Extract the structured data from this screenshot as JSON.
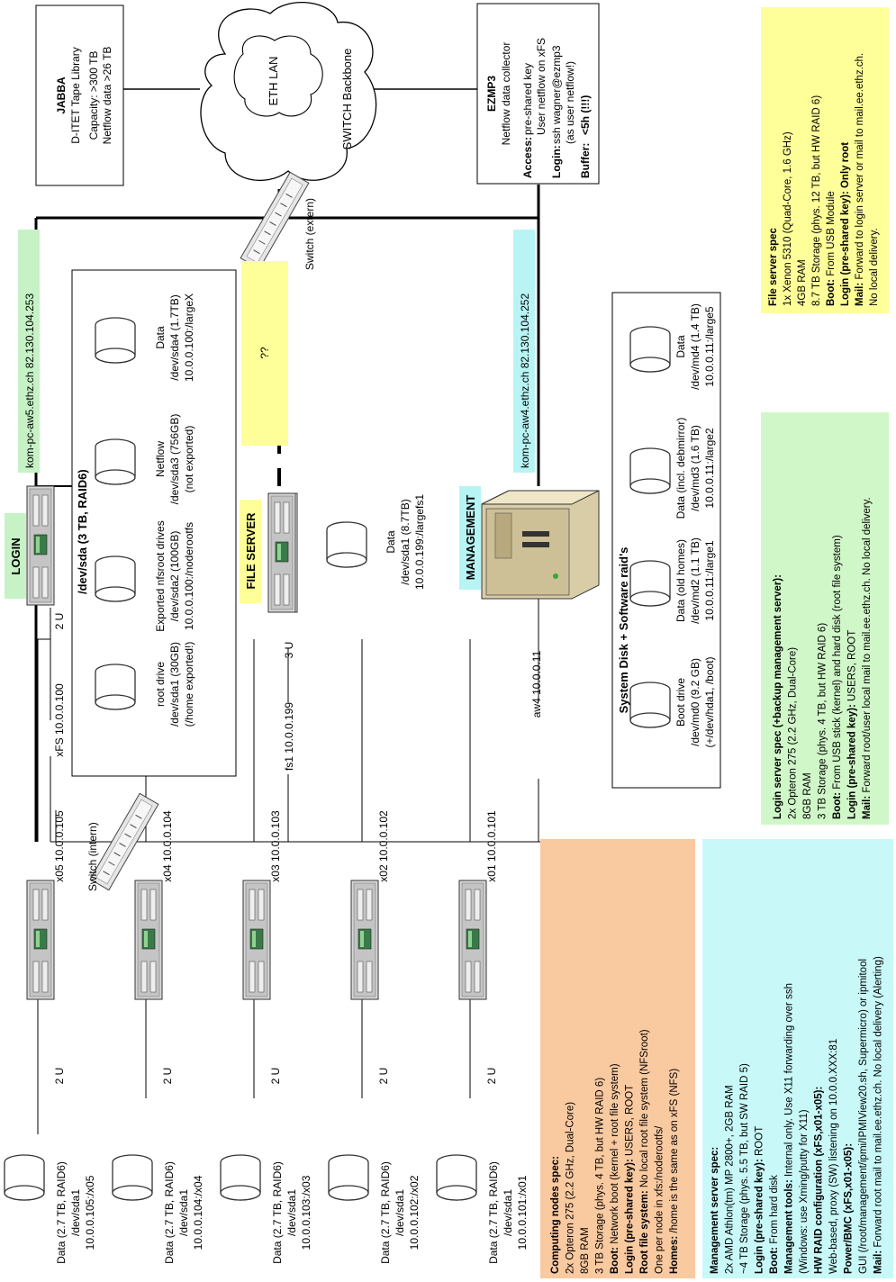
{
  "labels": {
    "login": "LOGIN",
    "file_server": "FILE SERVER",
    "management": "MANAGEMENT",
    "unknown": "??"
  },
  "network": {
    "eth_lan": "ETH LAN",
    "switch_backbone": "SWITCH Backbone",
    "switch_extern": "Switch (extern)",
    "switch_intern": "Switch (intern)",
    "login_hostname": "kom-pc-aw5.ethz.ch  82.130.104.253",
    "mgmt_hostname": "kom-pc-aw4.ethz.ch  82.130.104.252"
  },
  "jabba": {
    "title": "JABBA",
    "subtitle": "D-ITET Tape Library",
    "capacity": "Capacity: >300 TB",
    "netflow": "Netflow data >26 TB"
  },
  "ezmp3": {
    "title": "EZMP3",
    "subtitle": "Netflow data collector",
    "access_label": "Access:",
    "access_value_1": "pre-shared key",
    "access_value_2": "User netflow on xFS",
    "login_label": "Login:",
    "login_value_1": "ssh wagner@ezmp3",
    "login_value_2": "(as user netflow!)",
    "buffer_label": "Buffer:",
    "buffer_value": "<5h  (!!!)"
  },
  "login_server": {
    "ip": "xFS 10.0.0.100",
    "units": "2 U",
    "drives_title": "/dev/sda (3 TB, RAID6)",
    "drives": [
      {
        "lines": [
          "root drive",
          "/dev/sda1 (30GB)",
          "(/home exported!)"
        ]
      },
      {
        "lines": [
          "Exported nfsroot drives",
          "/dev/sda2 (100GB)",
          "10.0.0.100:/noderootfs"
        ]
      },
      {
        "lines": [
          "Netflow",
          "/dev/sda3 (756GB)",
          "(not exported)"
        ]
      },
      {
        "lines": [
          "Data",
          "/dev/sda4 (1.7TB)",
          "10.0.0.100:/largeX"
        ]
      }
    ]
  },
  "file_server": {
    "ip": "fs1 10.0.0.199",
    "units": "3 U",
    "data_lines": [
      "Data",
      "/dev/sda1 (8.7TB)",
      "10.0.0.199:/largefs1"
    ]
  },
  "management_server": {
    "ip": "aw4 10.0.0.11",
    "disks_title": "System Disk + Software raid's",
    "disks": [
      {
        "lines": [
          "Boot drive",
          "/dev/md0 (9.2 GB)",
          "(+/dev/hda1, /boot)"
        ]
      },
      {
        "lines": [
          "Data (old homes)",
          "/dev/md2 (1.1 TB)",
          "10.0.0.11:/large1"
        ]
      },
      {
        "lines": [
          "Data (incl. debmirror)",
          "/dev/md3 (1.6 TB)",
          "10.0.0.11:/large2"
        ]
      },
      {
        "lines": [
          "Data",
          "/dev/md4 (1.4 TB)",
          "10.0.0.11:/large5"
        ]
      }
    ]
  },
  "nodes": [
    {
      "name": "x05 10.0.0.105",
      "units": "2 U",
      "data": [
        "Data (2.7 TB, RAID6)",
        "/dev/sda1",
        "10.0.0.105:/x05"
      ]
    },
    {
      "name": "x04 10.0.0.104",
      "units": "2 U",
      "data": [
        "Data (2.7 TB, RAID6)",
        "/dev/sda1",
        "10.0.0.104:/x04"
      ]
    },
    {
      "name": "x03 10.0.0.103",
      "units": "2 U",
      "data": [
        "Data (2.7 TB, RAID6)",
        "/dev/sda1",
        "10.0.0.103:/x03"
      ]
    },
    {
      "name": "x02 10.0.0.102",
      "units": "2 U",
      "data": [
        "Data (2.7 TB, RAID6)",
        "/dev/sda1",
        "10.0.0.102:/x02"
      ]
    },
    {
      "name": "x01 10.0.0.101",
      "units": "2 U",
      "data": [
        "Data (2.7 TB, RAID6)",
        "/dev/sda1",
        "10.0.0.101:/x01"
      ]
    }
  ],
  "specs": {
    "computing": [
      {
        "b": "Computing nodes spec:",
        "t": ""
      },
      {
        "b": "",
        "t": "2x Opteron 275 (2.2 GHz, Dual-Core)"
      },
      {
        "b": "",
        "t": "8GB RAM"
      },
      {
        "b": "",
        "t": "3 TB Storage (phys. 4 TB, but HW RAID 6)"
      },
      {
        "b": "Boot:",
        "t": " Network boot (kernel + root file system)"
      },
      {
        "b": "Login (pre-shared key):",
        "t": " USERS, ROOT"
      },
      {
        "b": "Root file system:",
        "t": " No local root file system (NFSroot)"
      },
      {
        "b": "",
        "t": "            One per node in xfs:/noderootfs/"
      },
      {
        "b": "Homes:",
        "t": " /home is the same as on xFS (NFS)"
      }
    ],
    "management": [
      {
        "b": "Management server spec:",
        "t": ""
      },
      {
        "b": "",
        "t": "2x AMD Athlon(tm) MP 2800+,  2GB RAM"
      },
      {
        "b": "",
        "t": "~4 TB Storage (phys. 5.5 TB, but SW RAID 5)"
      },
      {
        "b": "Login (pre-shared key):",
        "t": " ROOT"
      },
      {
        "b": "Boot:",
        "t": " From hard disk"
      },
      {
        "b": "Management tools:",
        "t": "  Internal only. Use X11 forwarding over ssh"
      },
      {
        "b": "",
        "t": "                         (Windows: use Xming/putty for X11)"
      },
      {
        "b": "HW RAID configuration (xFS,x01-x05):",
        "t": ""
      },
      {
        "b": "",
        "t": "     Web-based, proxy (SW) listening on 10.0.0.XXX:81"
      },
      {
        "b": "Power/BMC (xFS,x01-x05):",
        "t": ""
      },
      {
        "b": "",
        "t": "     GUI (/root/management/ipmi/IPMIView20.sh, Supermicro) or ipmitool"
      },
      {
        "b": "Mail:",
        "t": " Forward root mail to mail.ee.ethz.ch. No local delivery (Alerting)"
      }
    ],
    "login": [
      {
        "b": "Login server spec (+backup management server):",
        "t": ""
      },
      {
        "b": "",
        "t": "2x Opteron 275 (2.2 GHz, Dual-Core)"
      },
      {
        "b": "",
        "t": "8GB RAM"
      },
      {
        "b": "",
        "t": "3 TB Storage (phys. 4 TB, but HW RAID 6)"
      },
      {
        "b": "Boot:",
        "t": " From USB stick (kernel) and hard disk (root file system)"
      },
      {
        "b": "Login (pre-shared key):",
        "t": " USERS, ROOT"
      },
      {
        "b": "Mail:",
        "t": " Forward root/user local mail to mail.ee.ethz.ch. No local delivery."
      }
    ],
    "fileserver": [
      {
        "b": "File server spec",
        "t": ""
      },
      {
        "b": "",
        "t": "1x Xenon 5310 (Quad-Core, 1.6 GHz)"
      },
      {
        "b": "",
        "t": "4GB RAM"
      },
      {
        "b": "",
        "t": "8.7 TB Storage (phys. 12 TB, but HW RAID 6)"
      },
      {
        "b": "Boot:",
        "t": " From USB Module"
      },
      {
        "b": "Login (pre-shared key): Only root",
        "t": ""
      },
      {
        "b": "Mail:",
        "t": " Forward to login server or mail to mail.ee.ethz.ch."
      },
      {
        "b": "",
        "t": "          No local delivery."
      }
    ]
  },
  "colors": {
    "green_label": "#c6f2c6",
    "yellow_label": "#ffff99",
    "cyan_label": "#b8f4f4",
    "orange_spec": "#f9c9a0",
    "cyan_spec": "#c8f8f8",
    "green_spec": "#d0f7c8",
    "yellow_spec": "#ffff99",
    "server_body": "#d8d8d8",
    "tower_body": "#d9cda8"
  }
}
